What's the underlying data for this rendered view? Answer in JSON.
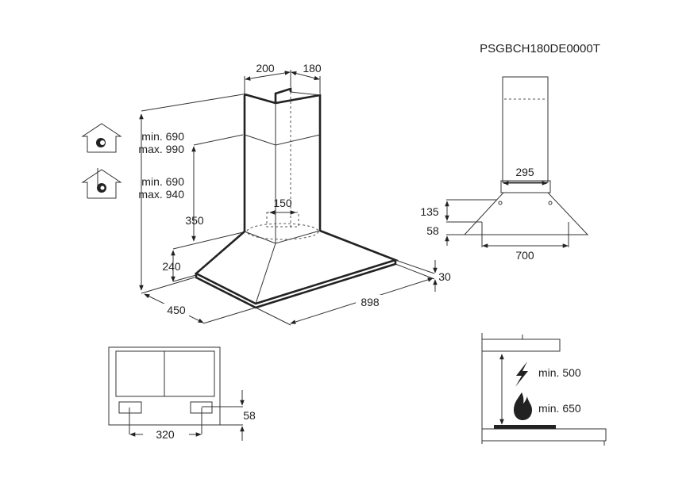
{
  "model_code": "PSGBCH180DE0000T",
  "main_view": {
    "chimney_width": "200",
    "chimney_depth": "180",
    "outlet_diameter": "150",
    "height_350": "350",
    "height_240": "240",
    "depth": "450",
    "width": "898",
    "canopy_edge": "30",
    "extraction_mode": {
      "icon": "extraction-house-icon",
      "min": "min. 690",
      "max": "max. 990"
    },
    "recirculation_mode": {
      "icon": "recirculation-house-icon",
      "min": "min. 690",
      "max": "max. 940"
    }
  },
  "front_view": {
    "collar_width": "295",
    "height_135": "135",
    "height_58": "58",
    "bracket_spacing": "700"
  },
  "bottom_view": {
    "light_spacing": "320",
    "light_offset": "58"
  },
  "clearance_view": {
    "electric": {
      "icon": "lightning-icon",
      "label": "min. 500"
    },
    "gas": {
      "icon": "flame-icon",
      "label": "min. 650"
    }
  }
}
